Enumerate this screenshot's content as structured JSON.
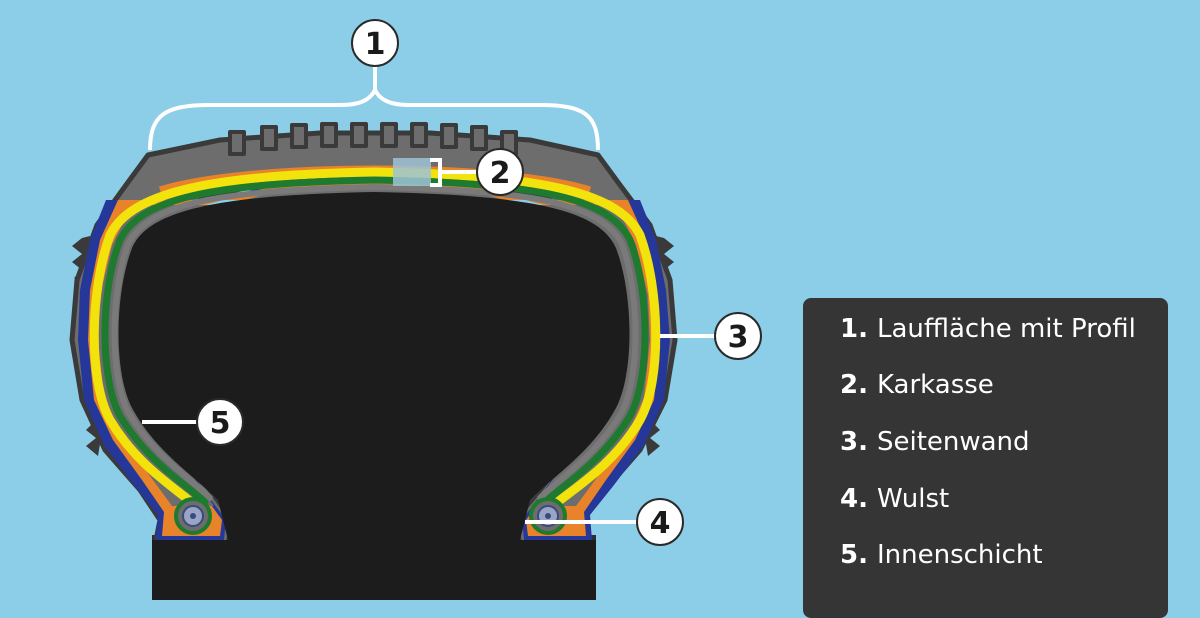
{
  "diagram": {
    "callouts": [
      {
        "id": "1",
        "label": "1"
      },
      {
        "id": "2",
        "label": "2"
      },
      {
        "id": "3",
        "label": "3"
      },
      {
        "id": "4",
        "label": "4"
      },
      {
        "id": "5",
        "label": "5"
      }
    ],
    "colors": {
      "background": "#8ccde8",
      "tread": "#6d6d6d",
      "orange_layer": "#e8832a",
      "yellow_layer": "#f2e30c",
      "green_layer": "#1d7a2e",
      "blue_layer": "#25389a",
      "interior": "#1c1c1c",
      "legend_bg": "#353535"
    }
  },
  "legend": {
    "items": [
      {
        "num": "1.",
        "text": "Lauffläche mit Profil"
      },
      {
        "num": "2.",
        "text": "Karkasse"
      },
      {
        "num": "3.",
        "text": "Seitenwand"
      },
      {
        "num": "4.",
        "text": "Wulst"
      },
      {
        "num": "5.",
        "text": "Innenschicht"
      }
    ]
  }
}
